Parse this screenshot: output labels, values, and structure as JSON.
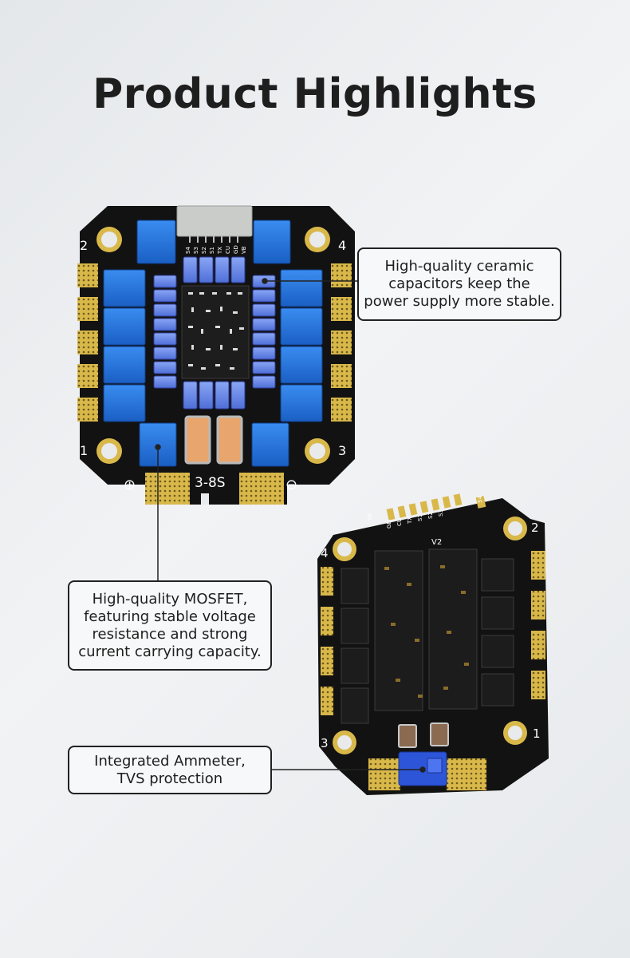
{
  "page": {
    "title": "Product Highlights"
  },
  "callouts": [
    {
      "id": "capacitors",
      "lines": [
        "High-quality ceramic",
        "capacitors keep the",
        "power supply more stable."
      ]
    },
    {
      "id": "mosfet",
      "lines": [
        "High-quality MOSFET,",
        "featuring stable voltage",
        "resistance and strong",
        "current carrying capacity."
      ]
    },
    {
      "id": "ammeter",
      "lines": [
        "Integrated Ammeter,",
        "TVS protection"
      ]
    }
  ],
  "board_top": {
    "corner_numbers": [
      "2",
      "4",
      "1",
      "3"
    ],
    "voltage_label": "3-8S",
    "plus_symbol": "⊕",
    "minus_symbol": "⊖",
    "pin_labels": [
      "S4",
      "S3",
      "S2",
      "S1",
      "TX",
      "CU",
      "GD",
      "VB"
    ]
  },
  "board_bottom": {
    "corner_numbers": [
      "2",
      "4",
      "3",
      "1"
    ],
    "version_label": "V2",
    "pin_labels": [
      "VB",
      "GD",
      "CU",
      "TX",
      "S1",
      "S2",
      "S3",
      "S4"
    ]
  },
  "colors": {
    "pcb": "#131313",
    "gold": "#d9b84a",
    "mosfet_blue": "#1e6fd6",
    "capacitor_blue": "#5f7fe0",
    "line": "#222222"
  }
}
